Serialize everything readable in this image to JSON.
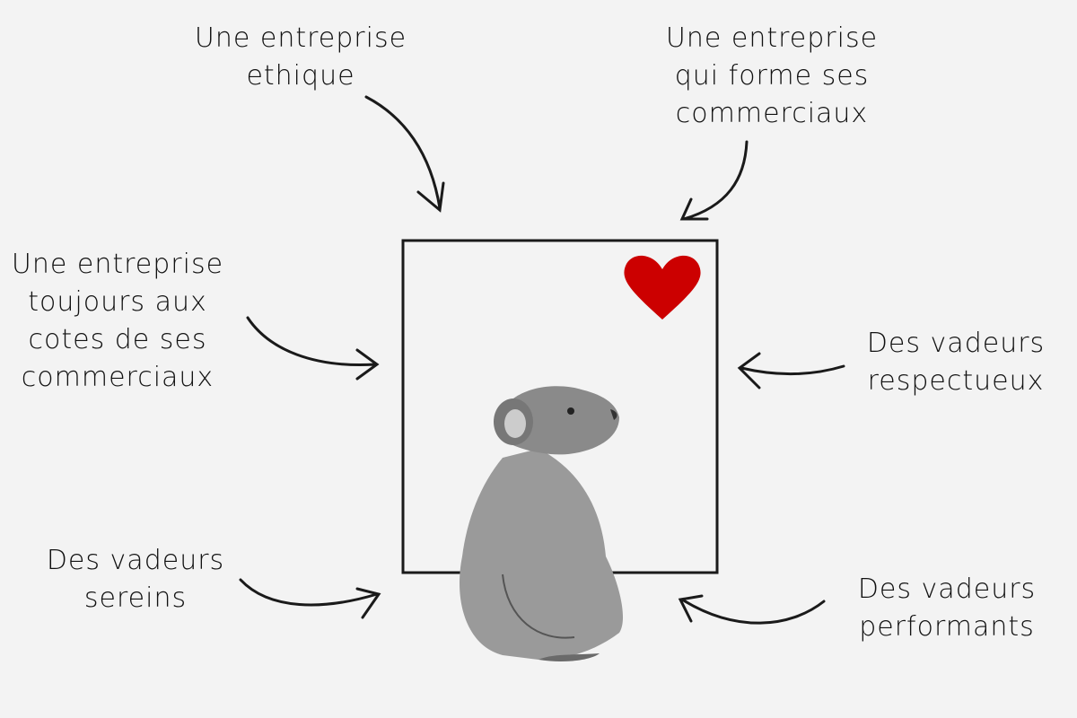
{
  "labels": {
    "top_left": [
      "Une entreprise",
      "ethique"
    ],
    "top_right": [
      "Une entreprise",
      "qui forme ses",
      "commerciaux"
    ],
    "mid_left": [
      "Une entreprise",
      "toujours aux",
      "cotes de ses",
      "commerciaux"
    ],
    "mid_right": [
      "Des vadeurs",
      "respectueux"
    ],
    "bottom_left": [
      "Des vadeurs",
      "sereins"
    ],
    "bottom_right": [
      "Des vadeurs",
      "performants"
    ]
  },
  "colors": {
    "heart": "#cc0000",
    "stroke": "#1a1a1a"
  }
}
